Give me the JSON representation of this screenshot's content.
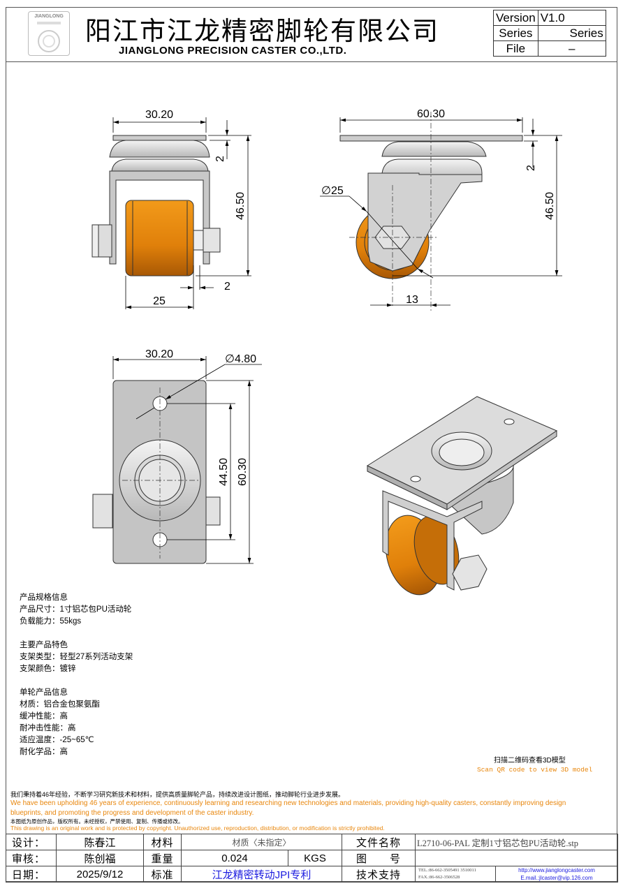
{
  "header": {
    "logo_text": "JIANGLONG",
    "company_cn": "阳江市江龙精密脚轮有限公司",
    "company_en": "JIANGLONG PRECISION CASTER CO.,LTD.",
    "version_label": "Version",
    "version_value": "V1.0",
    "series_label": "Series",
    "series_value": "Series",
    "file_label": "File",
    "file_value": "–"
  },
  "dimensions": {
    "front": {
      "width": "30.20",
      "height": "46.50",
      "plate": "2",
      "wheel_width": "25",
      "gap": "2"
    },
    "side": {
      "length": "60.30",
      "height": "46.50",
      "plate": "2",
      "wheel_dia": "∅25",
      "offset": "13"
    },
    "top": {
      "width": "30.20",
      "hole_dia": "∅4.80",
      "hole_spacing": "44.50",
      "length": "60.30"
    }
  },
  "colors": {
    "wheel": "#e8890f",
    "wheel_dark": "#b35f05",
    "metal": "#c9c9c9",
    "accent_orange": "#e8860c",
    "link_blue": "#1a1adf"
  },
  "specs": [
    "产品规格信息",
    "产品尺寸：1寸铝芯包PU活动轮",
    "负载能力：55kgs",
    "",
    "主要产品特色",
    "支架类型：轻型27系列活动支架",
    "支架颜色：镀锌",
    "",
    "单轮产品信息",
    "材质：铝合金包聚氨酯",
    "缓冲性能：高",
    "耐冲击性能：高",
    "适应温度：-25~65℃",
    "耐化学品：高"
  ],
  "qr": {
    "cn": "扫描二维码查看3D模型",
    "en": "Scan QR code to view 3D model"
  },
  "notes": {
    "cn1": "我们秉持着46年经验，不断学习研究新技术和材料，提供高质量脚轮产品，持续改进设计图纸，推动脚轮行业进步发展。",
    "en1": "We have been upholding 46 years of experience, continuously learning and researching new technologies and materials, providing high-quality casters, constantly improving design blueprints, and promoting the progress and development of the caster industry.",
    "cn2": "本图纸为原创作品，版权所有。未经授权，严禁使用、复制、传播或修改。",
    "en2": "This drawing is an original work and is protected by copyright. Unauthorized use, reproduction, distribution, or modification is strictly prohibited."
  },
  "title_block": {
    "design_label": "设计：",
    "designer": "陈春江",
    "material_label": "材料",
    "material": "材质〈未指定〉",
    "filename_label": "文件名称",
    "filename": "L2710-06-PAL 定制1寸铝芯包PU活动轮.stp",
    "review_label": "审核：",
    "reviewer": "陈创福",
    "weight_label": "重量",
    "weight": "0.024",
    "weight_unit": "KGS",
    "drawing_no_label": "图　　号",
    "drawing_no": "",
    "date_label": "日期：",
    "date": "2025/9/12",
    "standard_label": "标准",
    "standard": "江龙精密转动JPI专利",
    "support_label": "技术支持",
    "tel": "TEL.:86-662-3505491 3510011",
    "fax": "FAX.:86-662-3506528",
    "website": "http://www.jianglongcaster.com",
    "email": "E.mail.:jlcaster@vip.126.com"
  }
}
